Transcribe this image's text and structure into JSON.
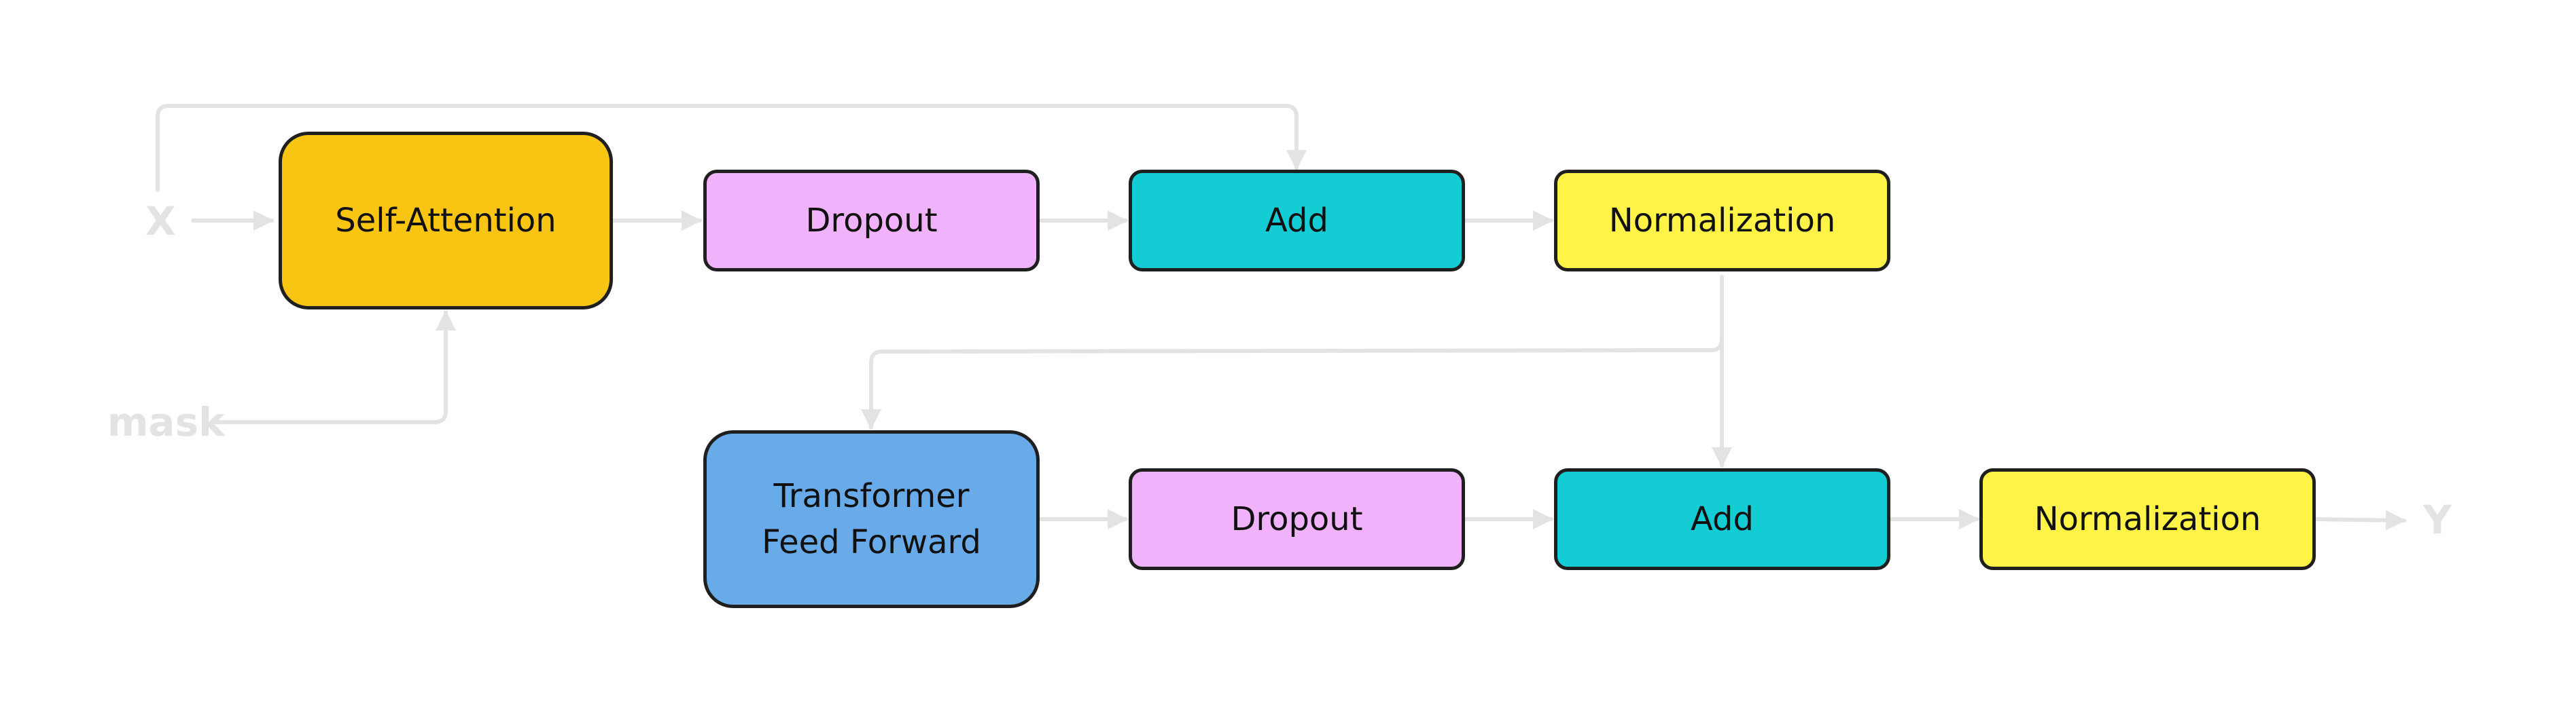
{
  "colors": {
    "edge": "#e3e3e3",
    "border": "#1f1f1f",
    "self_attention": "#f9c513",
    "dropout": "#f0b3fb",
    "add": "#14ccd4",
    "normalization": "#fff347",
    "feed_forward": "#68abe8"
  },
  "inputs": {
    "x": "X",
    "mask": "mask"
  },
  "outputs": {
    "y": "Y"
  },
  "nodes": {
    "self_attention": "Self-Attention",
    "dropout_1": "Dropout",
    "add_1": "Add",
    "normalization_1": "Normalization",
    "feed_forward": "Transformer\nFeed Forward",
    "dropout_2": "Dropout",
    "add_2": "Add",
    "normalization_2": "Normalization"
  },
  "edges": [
    [
      "x",
      "self_attention"
    ],
    [
      "mask",
      "self_attention"
    ],
    [
      "self_attention",
      "dropout_1"
    ],
    [
      "dropout_1",
      "add_1"
    ],
    [
      "x",
      "add_1"
    ],
    [
      "add_1",
      "normalization_1"
    ],
    [
      "normalization_1",
      "feed_forward"
    ],
    [
      "normalization_1",
      "add_2"
    ],
    [
      "feed_forward",
      "dropout_2"
    ],
    [
      "dropout_2",
      "add_2"
    ],
    [
      "add_2",
      "normalization_2"
    ],
    [
      "normalization_2",
      "y"
    ]
  ]
}
